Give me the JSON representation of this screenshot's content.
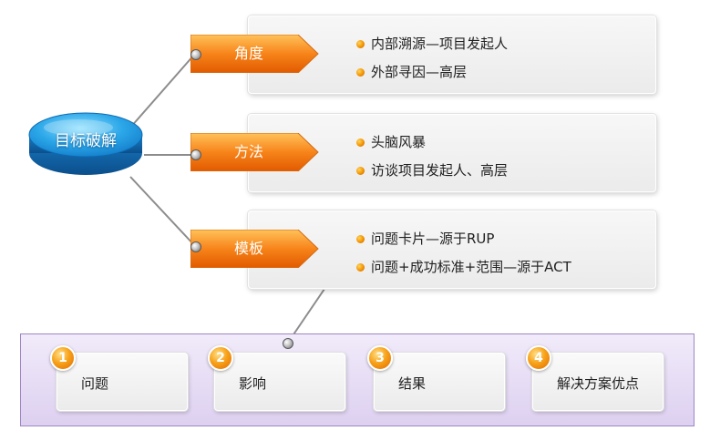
{
  "central_node": {
    "label": "目标破解"
  },
  "branches": [
    {
      "label": "角度",
      "items": [
        "内部溯源—项目发起人",
        "外部寻因—高层"
      ]
    },
    {
      "label": "方法",
      "items": [
        "头脑风暴",
        "访谈项目发起人、高层"
      ]
    },
    {
      "label": "模板",
      "items": [
        "问题卡片—源于RUP",
        "问题+成功标准+范围—源于ACT"
      ]
    }
  ],
  "template_steps": [
    {
      "number": "1",
      "label": "问题"
    },
    {
      "number": "2",
      "label": "影响"
    },
    {
      "number": "3",
      "label": "结果"
    },
    {
      "number": "4",
      "label": "解决方案优点"
    }
  ],
  "colors": {
    "arrow_orange": "#f07d12",
    "hub_blue": "#1a8fd6",
    "bullet_orange": "#f29300",
    "panel_purple": "#ddd0f0",
    "connector_gray": "#8c8c8c"
  }
}
